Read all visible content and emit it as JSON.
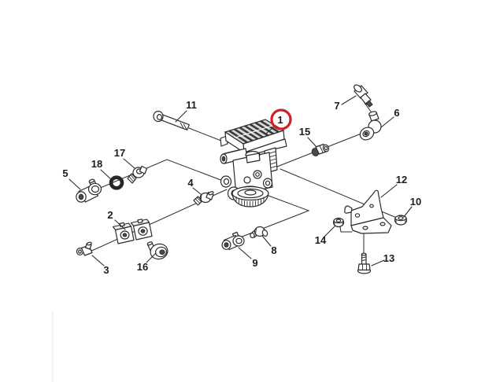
{
  "figure": {
    "type": "exploded-parts-diagram",
    "background_color": "#ffffff",
    "line_color": "#2b2b2b",
    "label_color": "#1c1c1c",
    "highlight": {
      "callout": "1",
      "color": "#cc2229",
      "shape": "circle"
    },
    "callouts": {
      "n1": "1",
      "n2": "2",
      "n3": "3",
      "n4": "4",
      "n5": "5",
      "n6": "6",
      "n7": "7",
      "n8": "8",
      "n9": "9",
      "n10": "10",
      "n11": "11",
      "n12": "12",
      "n13": "13",
      "n14": "14",
      "n15": "15",
      "n16": "16",
      "n17": "17",
      "n18": "18"
    }
  }
}
